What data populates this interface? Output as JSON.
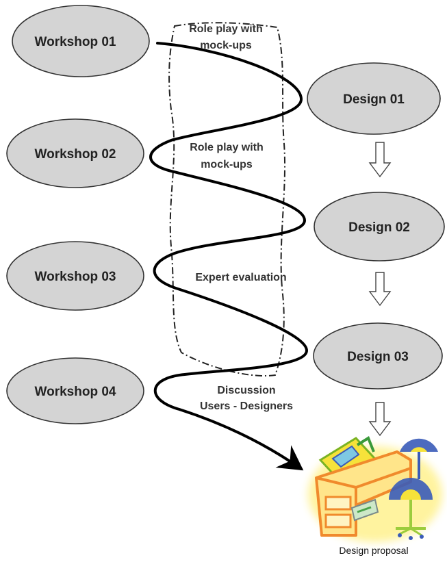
{
  "workshops": [
    "Workshop 01",
    "Workshop 02",
    "Workshop 03",
    "Workshop 04"
  ],
  "designs": [
    "Design 01",
    "Design 02",
    "Design 03"
  ],
  "activities": {
    "role_play_1": [
      "Role play with",
      "mock-ups"
    ],
    "role_play_2": [
      "Role play with",
      "mock-ups"
    ],
    "expert": "Expert evaluation",
    "discussion": [
      "Discussion",
      "Users - Designers"
    ]
  },
  "proposal_caption": "Design proposal",
  "colors": {
    "node_fill": "#d4d4d4",
    "node_stroke": "#333333",
    "spiral": "#000000",
    "desk_orange": "#f08a2c",
    "desk_glow": "#fff39a",
    "lamp_blue": "#3a5bb8",
    "chair_green": "#9ccc3c"
  }
}
